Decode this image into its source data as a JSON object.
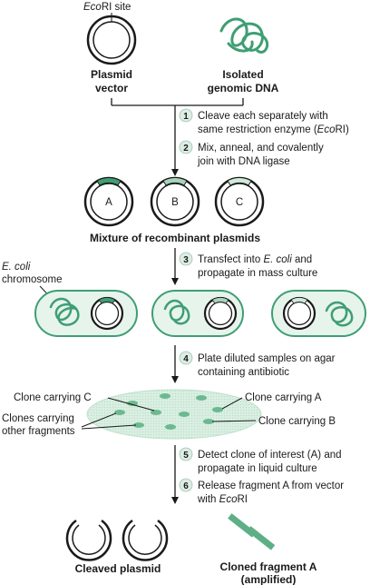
{
  "colors": {
    "green": "#3f9e73",
    "green_light": "#cfe9da",
    "green_fill": "#e6f4ec",
    "line": "#1a1a1a",
    "step_circle": "#ddece4"
  },
  "top": {
    "ecori_site_italic": "Eco",
    "ecori_site_rest": "RI site",
    "plasmid_line1": "Plasmid",
    "plasmid_line2": "vector",
    "genomic_line1": "Isolated",
    "genomic_line2": "genomic DNA"
  },
  "steps": [
    {
      "num": "1",
      "line1": "Cleave each separately with",
      "line2_pre": "same restriction enzyme (",
      "line2_italic": "Eco",
      "line2_post": "RI)"
    },
    {
      "num": "2",
      "line1": "Mix, anneal, and covalently",
      "line2": "join with DNA ligase"
    },
    {
      "num": "3",
      "line1_pre": "Transfect into ",
      "line1_italic": "E. coli",
      "line1_post": " and",
      "line2": "propagate in mass culture"
    },
    {
      "num": "4",
      "line1": "Plate diluted samples on agar",
      "line2": "containing antibiotic"
    },
    {
      "num": "5",
      "line1": "Detect clone of interest (A) and",
      "line2": "propagate in liquid culture"
    },
    {
      "num": "6",
      "line1": "Release fragment A from vector",
      "line2_pre": "with ",
      "line2_italic": "Eco",
      "line2_post": "RI"
    }
  ],
  "recombinant": {
    "inserts": [
      "A",
      "B",
      "C"
    ],
    "label": "Mixture of recombinant plasmids"
  },
  "ecoli": {
    "chromosome_italic": "E. coli",
    "chromosome_rest": "chromosome"
  },
  "plate": {
    "clone_c": "Clone carrying C",
    "clone_a": "Clone carrying A",
    "clone_b": "Clone carrying B",
    "other_line1": "Clones carrying",
    "other_line2": "other fragments"
  },
  "bottom": {
    "cleaved_plasmid": "Cleaved plasmid",
    "cloned_line1": "Cloned fragment A",
    "cloned_line2": "(amplified)"
  }
}
